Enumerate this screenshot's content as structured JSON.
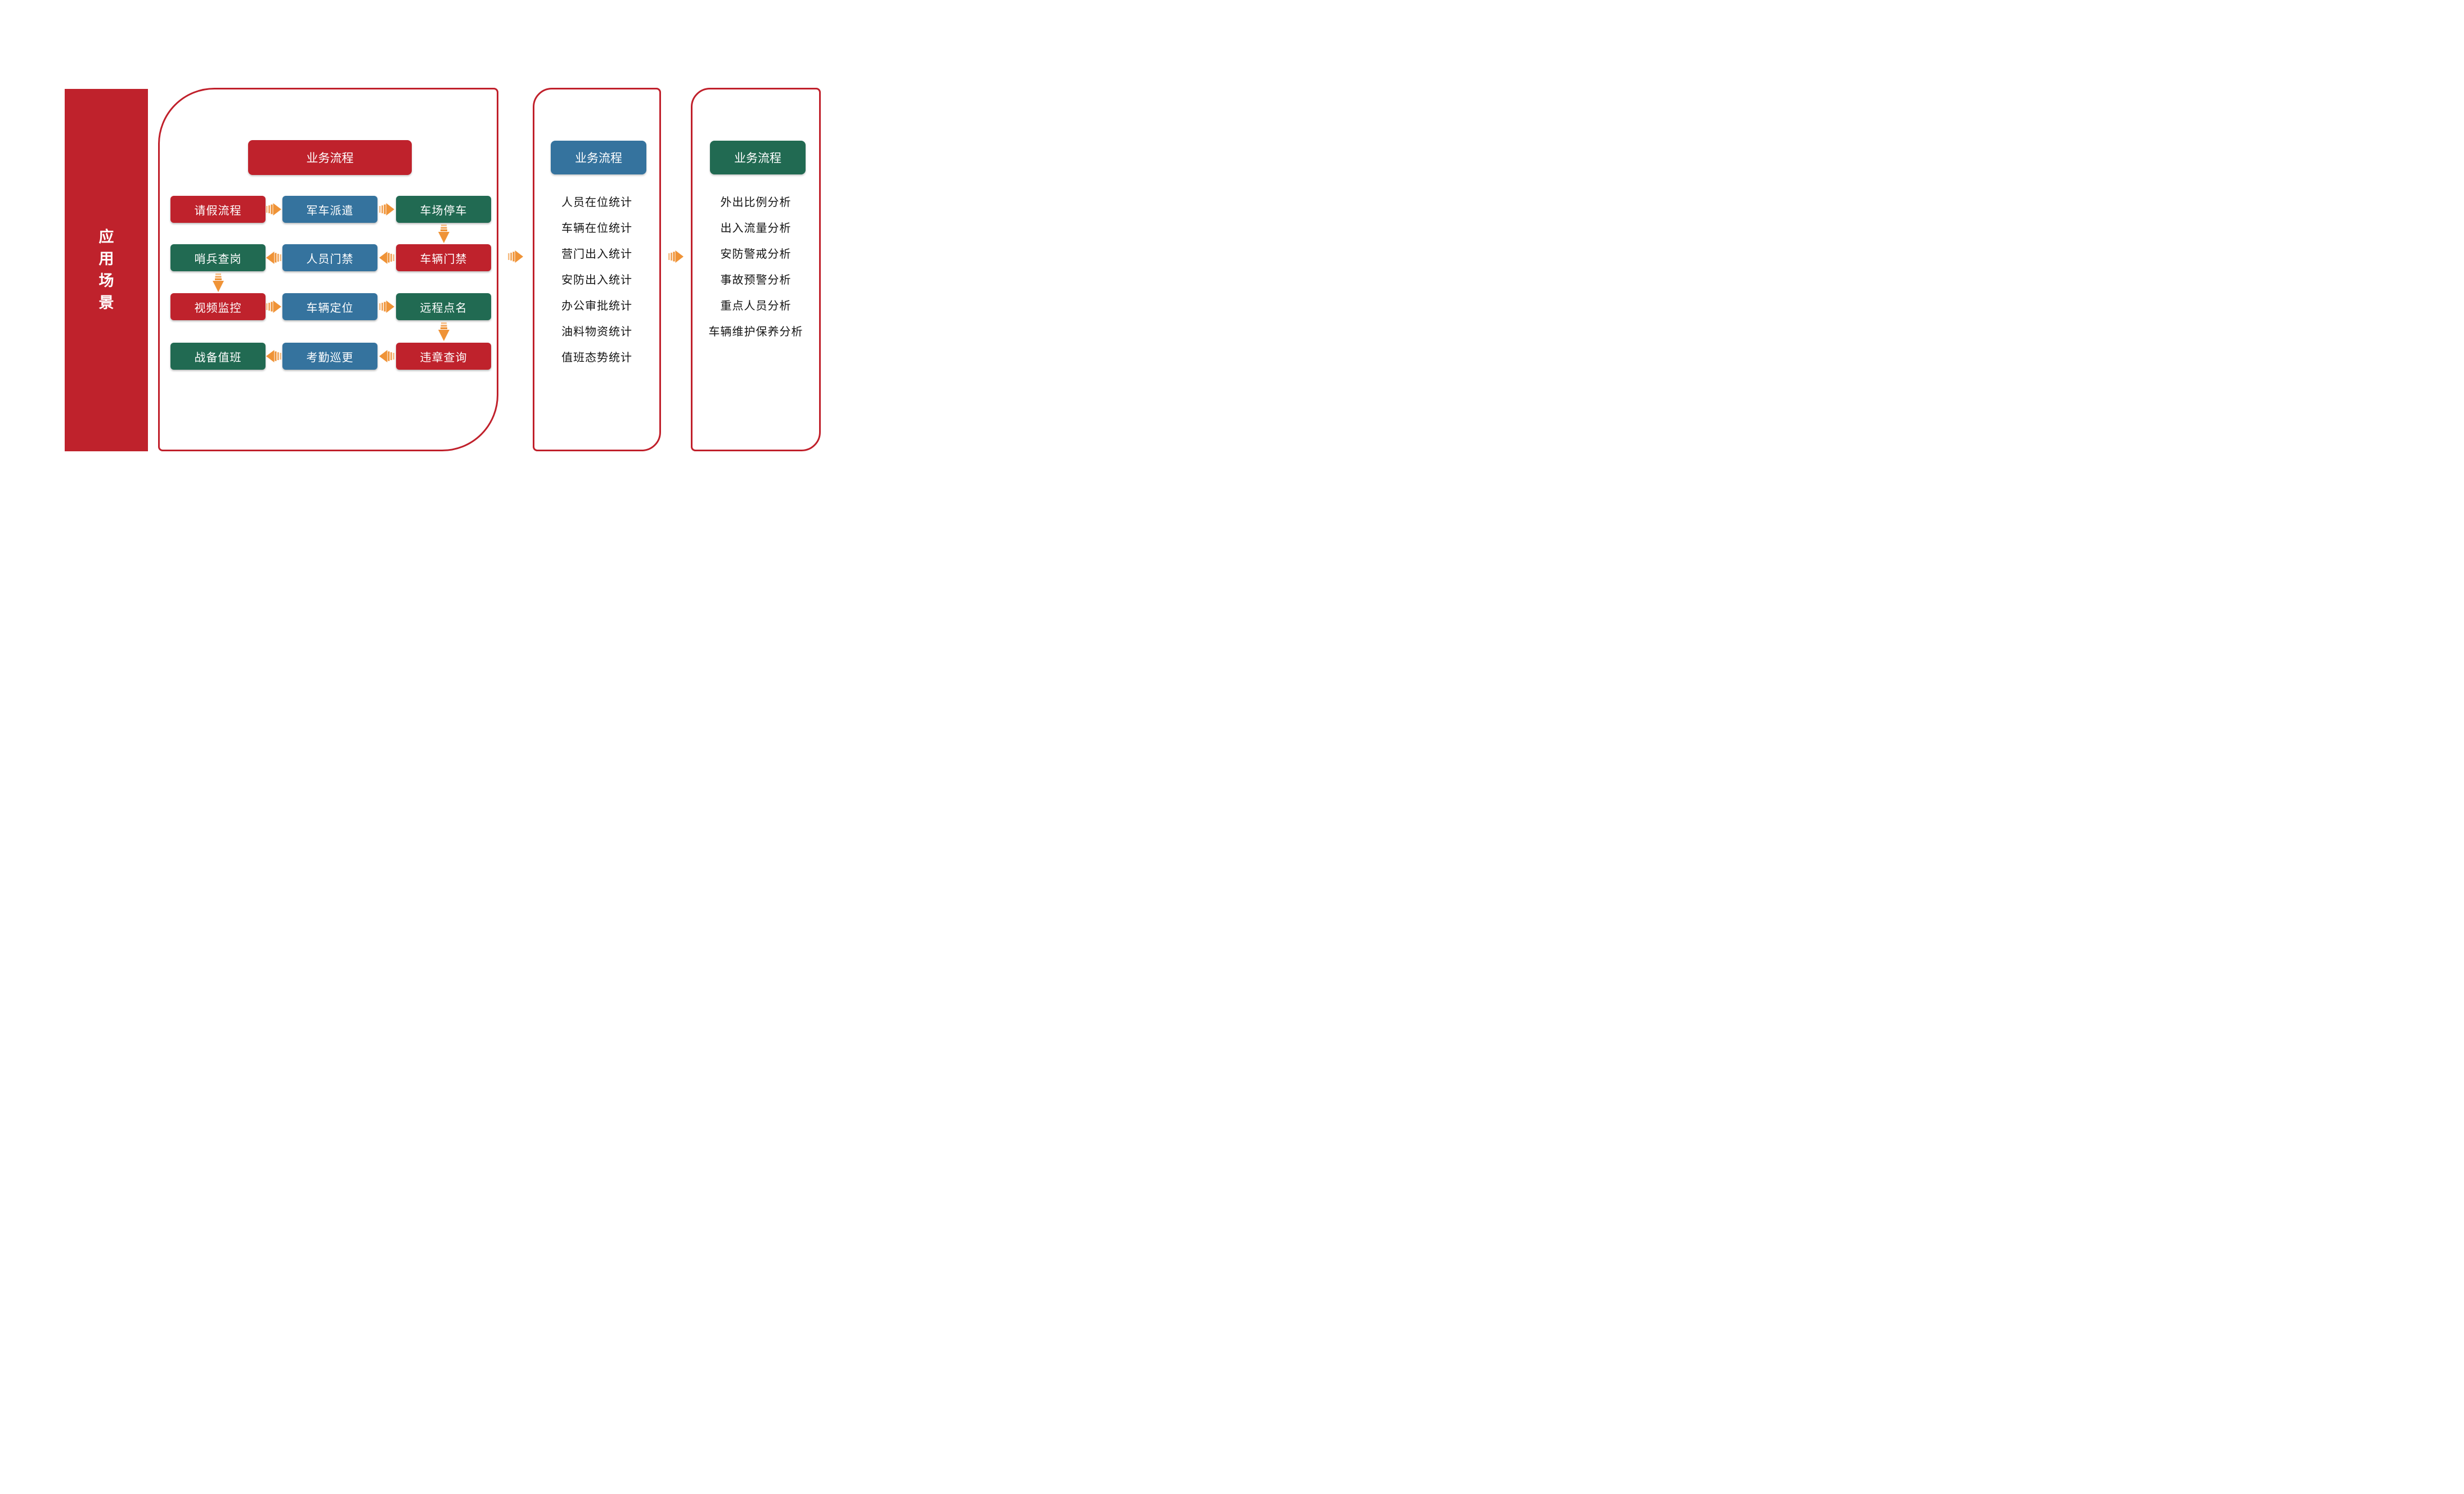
{
  "colors": {
    "red": "#BF222C",
    "blue": "#35739E",
    "green": "#216A52",
    "orange": "#EF9337",
    "panel_border": "#C0202B",
    "list_text": "#141414"
  },
  "sidebar": {
    "title": "应用场景",
    "chars": [
      "应",
      "用",
      "场",
      "景"
    ]
  },
  "flow_panel": {
    "header": "业务流程",
    "rows": [
      {
        "arrow": "right",
        "cells": [
          {
            "label": "请假流程",
            "variant": "red"
          },
          {
            "label": "军车派遣",
            "variant": "blue"
          },
          {
            "label": "车场停车",
            "variant": "green"
          }
        ]
      },
      {
        "arrow": "left",
        "cells": [
          {
            "label": "哨兵查岗",
            "variant": "green"
          },
          {
            "label": "人员门禁",
            "variant": "blue"
          },
          {
            "label": "车辆门禁",
            "variant": "red"
          }
        ]
      },
      {
        "arrow": "right",
        "cells": [
          {
            "label": "视频监控",
            "variant": "red"
          },
          {
            "label": "车辆定位",
            "variant": "blue"
          },
          {
            "label": "远程点名",
            "variant": "green"
          }
        ]
      },
      {
        "arrow": "left",
        "cells": [
          {
            "label": "战备值班",
            "variant": "green"
          },
          {
            "label": "考勤巡更",
            "variant": "blue"
          },
          {
            "label": "违章查询",
            "variant": "red"
          }
        ]
      }
    ]
  },
  "stats_panel": {
    "header": "业务流程",
    "items": [
      "人员在位统计",
      "车辆在位统计",
      "营门出入统计",
      "安防出入统计",
      "办公审批统计",
      "油料物资统计",
      "值班态势统计"
    ]
  },
  "analysis_panel": {
    "header": "业务流程",
    "items": [
      "外出比例分析",
      "出入流量分析",
      "安防警戒分析",
      "事故预警分析",
      "重点人员分析",
      "车辆维护保养分析"
    ]
  }
}
